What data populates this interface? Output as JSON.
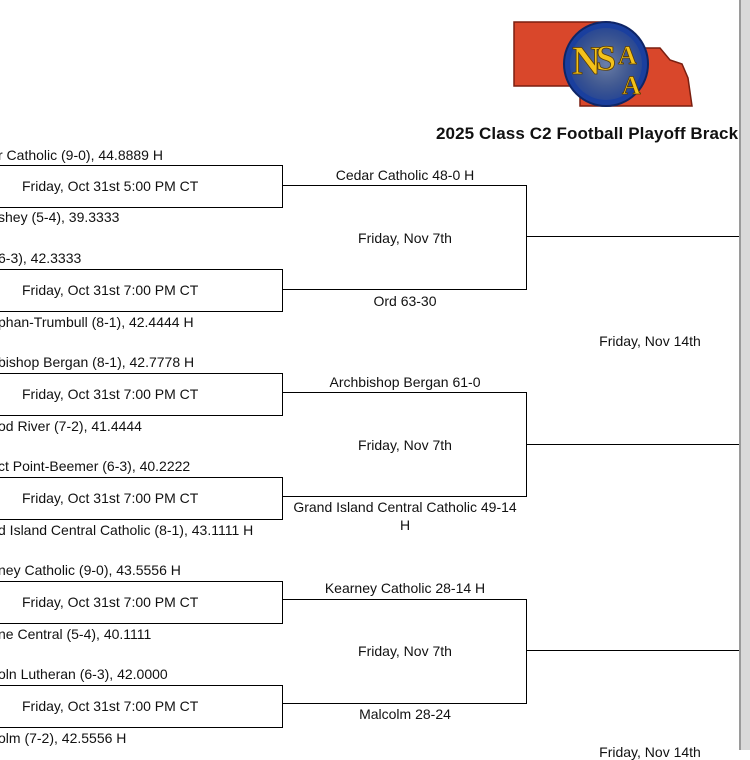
{
  "header": {
    "title": "2025 Class C2 Football Playoff Brack",
    "logo_text": {
      "n": "N",
      "s": "S",
      "a1": "A",
      "a2": "A"
    },
    "logo_colors": {
      "map": "#d9472b",
      "circle": "#1a3f9e",
      "letters": "#f4c21a"
    }
  },
  "round1": {
    "teams": [
      "r Catholic (9-0), 44.8889 H",
      "shey (5-4), 39.3333",
      "6-3), 42.3333",
      "phan-Trumbull (8-1), 42.4444 H",
      "bishop Bergan (8-1), 42.7778 H",
      "od River (7-2), 41.4444",
      "ct Point-Beemer (6-3), 40.2222",
      "d Island Central Catholic (8-1), 43.1111 H",
      "ney Catholic (9-0), 43.5556 H",
      "ne Central (5-4), 40.1111",
      "oln Lutheran (6-3), 42.0000",
      "olm (7-2), 42.5556 H"
    ],
    "games": [
      "Friday, Oct 31st 5:00 PM CT",
      "Friday, Oct 31st 7:00 PM CT",
      "Friday, Oct 31st 7:00 PM CT",
      "Friday, Oct 31st 7:00 PM CT",
      "Friday, Oct 31st 7:00 PM CT",
      "Friday, Oct 31st 7:00 PM CT"
    ]
  },
  "round2": {
    "results": [
      "Cedar Catholic 48-0 H",
      "Ord 63-30",
      "Archbishop Bergan 61-0",
      "Grand Island Central Catholic 49-14",
      "H",
      "Kearney Catholic 28-14 H",
      "Malcolm 28-24"
    ],
    "dates": [
      "Friday, Nov 7th",
      "Friday, Nov 7th",
      "Friday, Nov 7th"
    ]
  },
  "round3": {
    "dates": [
      "Friday, Nov 14th",
      "Friday, Nov 14th"
    ]
  }
}
